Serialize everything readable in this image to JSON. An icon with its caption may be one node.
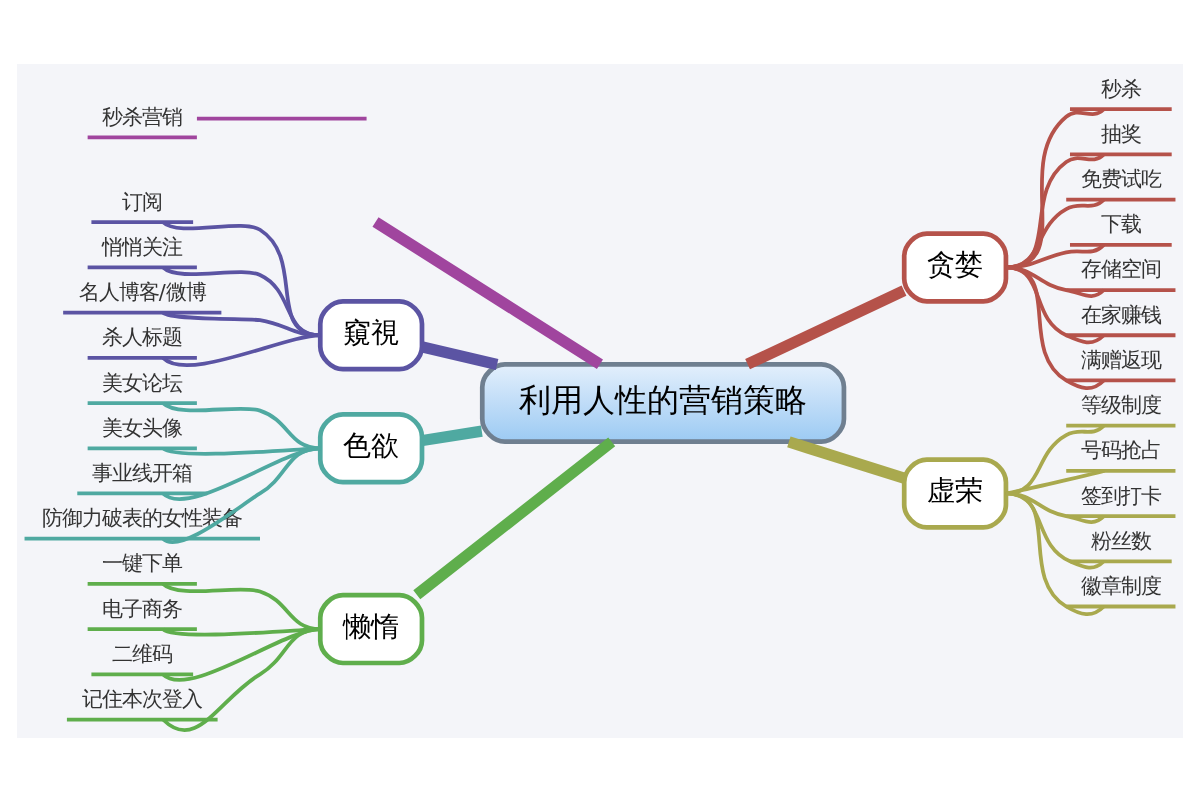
{
  "diagram": {
    "nodes": [
      {
        "text": [
          "利用人性的营销策略"
        ]
      },
      {
        "text": [
          "秒杀营销"
        ]
      },
      {
        "text": [
          "窺視"
        ]
      },
      {
        "text": [
          "订阅"
        ]
      },
      {
        "text": [
          "悄悄关注"
        ]
      },
      {
        "text": [
          "名人博客/微博"
        ]
      },
      {
        "text": [
          "杀人标题"
        ]
      },
      {
        "text": [
          "色欲"
        ]
      },
      {
        "text": [
          "美女论坛"
        ]
      },
      {
        "text": [
          "美女头像"
        ]
      },
      {
        "text": [
          "事业线开箱"
        ]
      },
      {
        "text": [
          "防御力破表的女性装备"
        ]
      },
      {
        "text": [
          "懒惰"
        ]
      },
      {
        "text": [
          "一键下单"
        ]
      },
      {
        "text": [
          "电子商务"
        ]
      },
      {
        "text": [
          "二维码"
        ]
      },
      {
        "text": [
          "记住本次登入"
        ]
      },
      {
        "text": [
          "贪婪"
        ]
      },
      {
        "text": [
          "秒杀"
        ]
      },
      {
        "text": [
          "抽奖"
        ]
      },
      {
        "text": [
          "免费试吃"
        ]
      },
      {
        "text": [
          "下载"
        ]
      },
      {
        "text": [
          "存储空间"
        ]
      },
      {
        "text": [
          "在家赚钱"
        ]
      },
      {
        "text": [
          "满赠返现"
        ]
      },
      {
        "text": [
          "虚荣"
        ]
      },
      {
        "text": [
          "等级制度"
        ]
      },
      {
        "text": [
          "号码抢占"
        ]
      },
      {
        "text": [
          "签到打卡"
        ]
      },
      {
        "text": [
          "粉丝数"
        ]
      },
      {
        "text": [
          "徽章制度"
        ]
      }
    ],
    "edges": [
      {
        "from": 0,
        "to": null,
        "arrow": "none",
        "style": "thick",
        "color": "#a0459e"
      },
      {
        "from": null,
        "to": 1,
        "arrow": "none",
        "color": "#a0459e"
      },
      {
        "from": 0,
        "to": 2,
        "arrow": "none",
        "style": "thick",
        "color": "#5b54a3"
      },
      {
        "from": 2,
        "to": 3,
        "arrow": "none",
        "color": "#5b54a3"
      },
      {
        "from": 2,
        "to": 4,
        "arrow": "none",
        "color": "#5b54a3"
      },
      {
        "from": 2,
        "to": 5,
        "arrow": "none",
        "color": "#5b54a3"
      },
      {
        "from": 2,
        "to": 6,
        "arrow": "none",
        "color": "#5b54a3"
      },
      {
        "from": 0,
        "to": 7,
        "arrow": "none",
        "style": "thick",
        "color": "#4fa9a1"
      },
      {
        "from": 7,
        "to": 8,
        "arrow": "none",
        "color": "#4fa9a1"
      },
      {
        "from": 7,
        "to": 9,
        "arrow": "none",
        "color": "#4fa9a1"
      },
      {
        "from": 7,
        "to": 10,
        "arrow": "none",
        "color": "#4fa9a1"
      },
      {
        "from": 7,
        "to": 11,
        "arrow": "none",
        "color": "#4fa9a1"
      },
      {
        "from": 0,
        "to": 12,
        "arrow": "none",
        "style": "thick",
        "color": "#5fae4c"
      },
      {
        "from": 12,
        "to": 13,
        "arrow": "none",
        "color": "#5fae4c"
      },
      {
        "from": 12,
        "to": 14,
        "arrow": "none",
        "color": "#5fae4c"
      },
      {
        "from": 12,
        "to": 15,
        "arrow": "none",
        "color": "#5fae4c"
      },
      {
        "from": 12,
        "to": 16,
        "arrow": "none",
        "color": "#5fae4c"
      },
      {
        "from": 0,
        "to": 17,
        "arrow": "none",
        "style": "thick",
        "color": "#b5524a"
      },
      {
        "from": 17,
        "to": 18,
        "arrow": "none",
        "color": "#b5524a"
      },
      {
        "from": 17,
        "to": 19,
        "arrow": "none",
        "color": "#b5524a"
      },
      {
        "from": 17,
        "to": 20,
        "arrow": "none",
        "color": "#b5524a"
      },
      {
        "from": 17,
        "to": 21,
        "arrow": "none",
        "color": "#b5524a"
      },
      {
        "from": 17,
        "to": 22,
        "arrow": "none",
        "color": "#b5524a"
      },
      {
        "from": 17,
        "to": 23,
        "arrow": "none",
        "color": "#b5524a"
      },
      {
        "from": 17,
        "to": 24,
        "arrow": "none",
        "color": "#b5524a"
      },
      {
        "from": 0,
        "to": 25,
        "arrow": "none",
        "style": "thick",
        "color": "#a9a94e"
      },
      {
        "from": 25,
        "to": 26,
        "arrow": "none",
        "color": "#a9a94e"
      },
      {
        "from": 25,
        "to": 27,
        "arrow": "none",
        "color": "#a9a94e"
      },
      {
        "from": 25,
        "to": 28,
        "arrow": "none",
        "color": "#a9a94e"
      },
      {
        "from": 25,
        "to": 29,
        "arrow": "none",
        "color": "#a9a94e"
      },
      {
        "from": 25,
        "to": 30,
        "arrow": "none",
        "color": "#a9a94e"
      }
    ]
  }
}
